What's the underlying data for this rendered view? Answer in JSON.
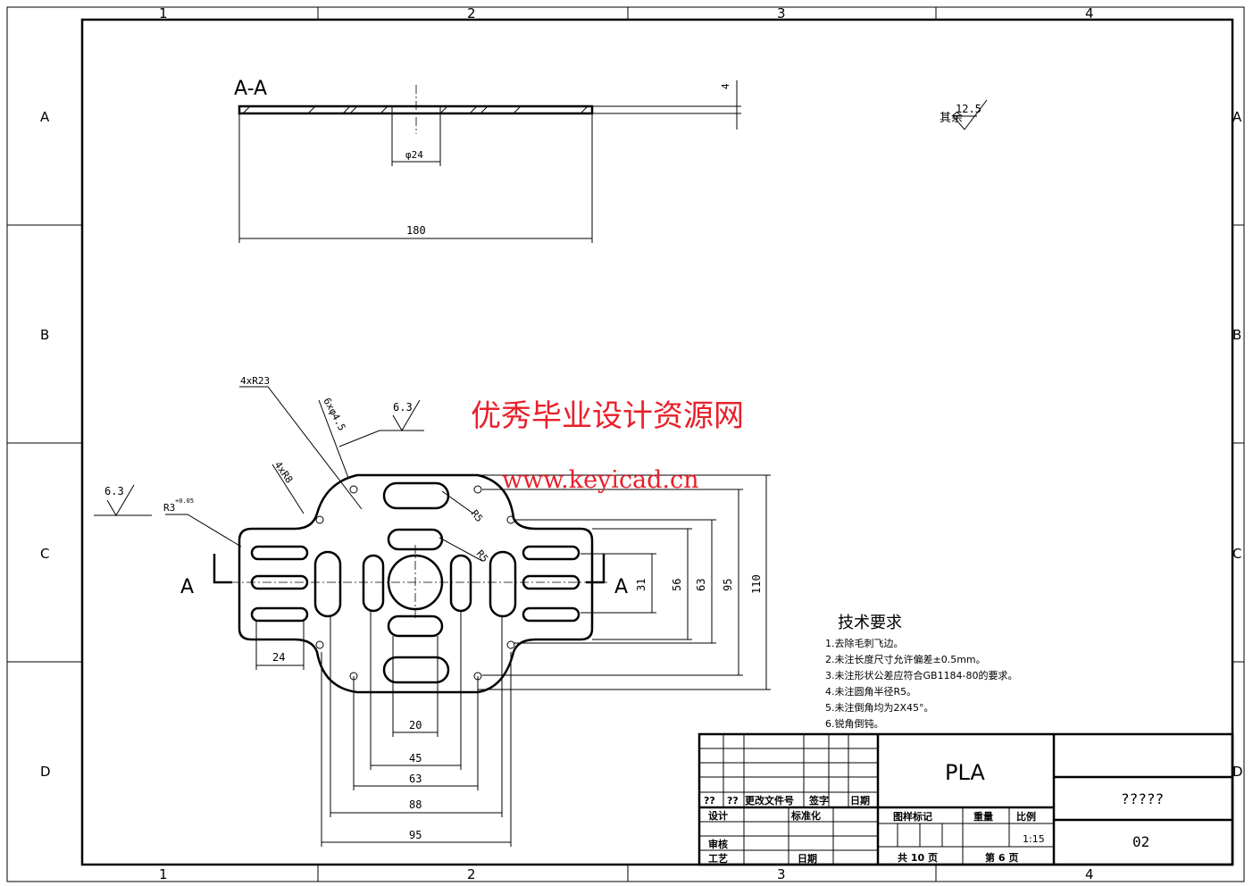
{
  "frame": {
    "zones_columns": [
      "1",
      "2",
      "3",
      "4"
    ],
    "zones_rows": [
      "A",
      "B",
      "C",
      "D"
    ]
  },
  "section": {
    "label": "A-A",
    "dim_length": "180",
    "dim_hole": "φ24",
    "dim_thickness": "4"
  },
  "roughness": {
    "rest_label": "其余",
    "rest_value": "12.5",
    "value_top": "6.3",
    "value_left": "6.3"
  },
  "callouts": {
    "r23": "4xR23",
    "holes": "6xφ4.5",
    "r8": "4xR8",
    "r3": "R3",
    "r3_tol": "+0.05",
    "r5a": "R5",
    "r5b": "R5"
  },
  "section_marks": {
    "left": "A",
    "right": "A"
  },
  "dims_vertical": [
    "31",
    "56",
    "63",
    "95",
    "110"
  ],
  "dims_horizontal": [
    "20",
    "45",
    "63",
    "88",
    "95"
  ],
  "dim_slot": "24",
  "watermark": {
    "line1": "优秀毕业设计资源网",
    "line2": "www.keyicad.cn",
    "color": "#e8202a"
  },
  "tech": {
    "title": "技术要求",
    "items": [
      "1.去除毛刺飞边。",
      "2.未注长度尺寸允许偏差±0.5mm。",
      "3.未注形状公差应符合GB1184-80的要求。",
      "4.未注圆角半径R5。",
      "5.未注倒角均为2X45°。",
      "6.锐角倒钝。"
    ]
  },
  "title_block": {
    "material": "PLA",
    "name": "?????",
    "code": "02",
    "rev_headers": [
      "??",
      "??",
      "更改文件号",
      "签字",
      "日期"
    ],
    "design": "设计",
    "standard": "标准化",
    "review": "审核",
    "process": "工艺",
    "date": "日期",
    "mark": "图样标记",
    "weight": "重量",
    "scale_label": "比例",
    "scale": "1:15",
    "total": "共 10 页",
    "page": "第 6 页"
  }
}
